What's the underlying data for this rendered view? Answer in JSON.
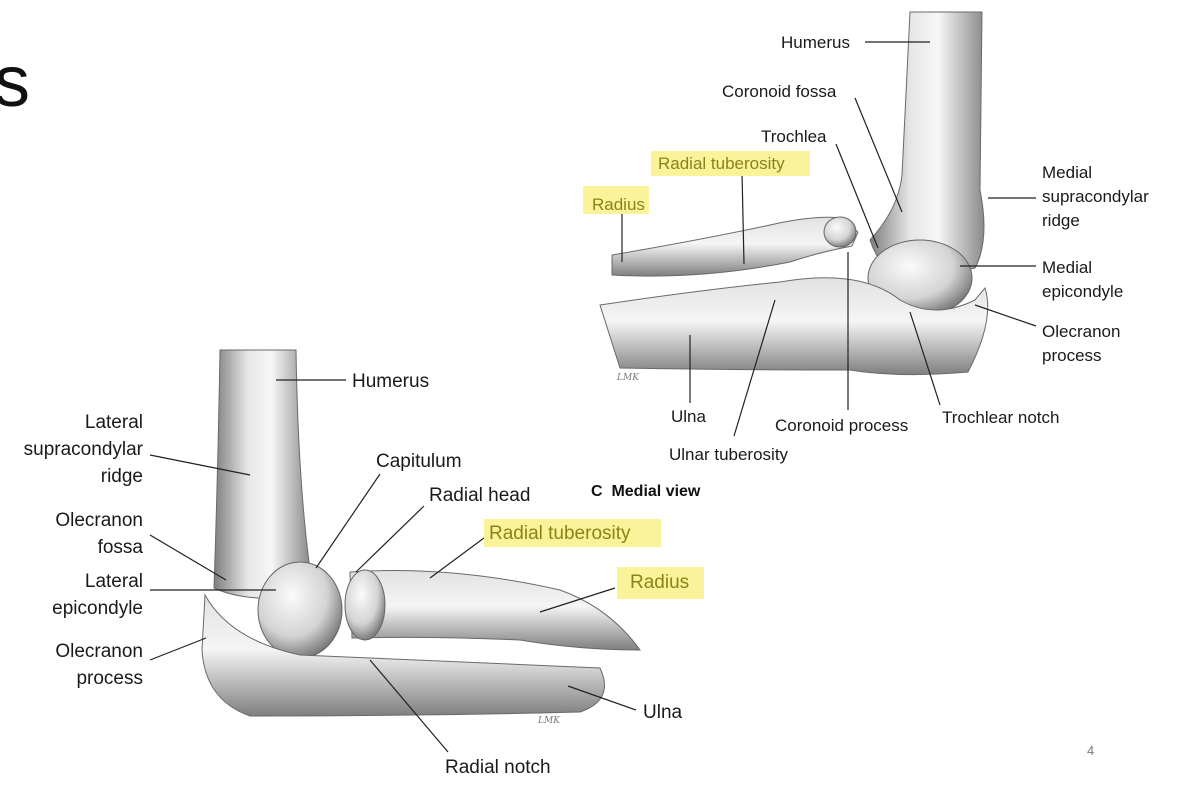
{
  "slide": {
    "title_fragment": "s",
    "page_number": "4",
    "caption_letter": "C",
    "caption_text": "Medial view",
    "artist_signature": "LMK"
  },
  "colors": {
    "highlight": "#fbf39a",
    "highlight_text": "#8a8418",
    "bone_light": "#f0f0f0",
    "bone_shade": "#8c8c8c"
  },
  "medial_view": {
    "humerus": "Humerus",
    "coronoid_fossa": "Coronoid fossa",
    "trochlea": "Trochlea",
    "radial_tuberosity": "Radial tuberosity",
    "radius": "Radius",
    "medial_supracondylar_ridge": [
      "Medial",
      "supracondylar",
      "ridge"
    ],
    "medial_epicondyle": [
      "Medial",
      "epicondyle"
    ],
    "olecranon_process": [
      "Olecranon",
      "process"
    ],
    "ulna": "Ulna",
    "coronoid_process": "Coronoid process",
    "trochlear_notch": "Trochlear notch",
    "ulnar_tuberosity": "Ulnar tuberosity"
  },
  "lateral_view": {
    "humerus": "Humerus",
    "lateral_supracondylar_ridge": [
      "Lateral",
      "supracondylar",
      "ridge"
    ],
    "capitulum": "Capitulum",
    "radial_head": "Radial head",
    "olecranon_fossa": [
      "Olecranon",
      "fossa"
    ],
    "radial_tuberosity": "Radial tuberosity",
    "lateral_epicondyle": [
      "Lateral",
      "epicondyle"
    ],
    "radius": "Radius",
    "olecranon_process": [
      "Olecranon",
      "process"
    ],
    "ulna": "Ulna",
    "radial_notch": "Radial notch"
  }
}
